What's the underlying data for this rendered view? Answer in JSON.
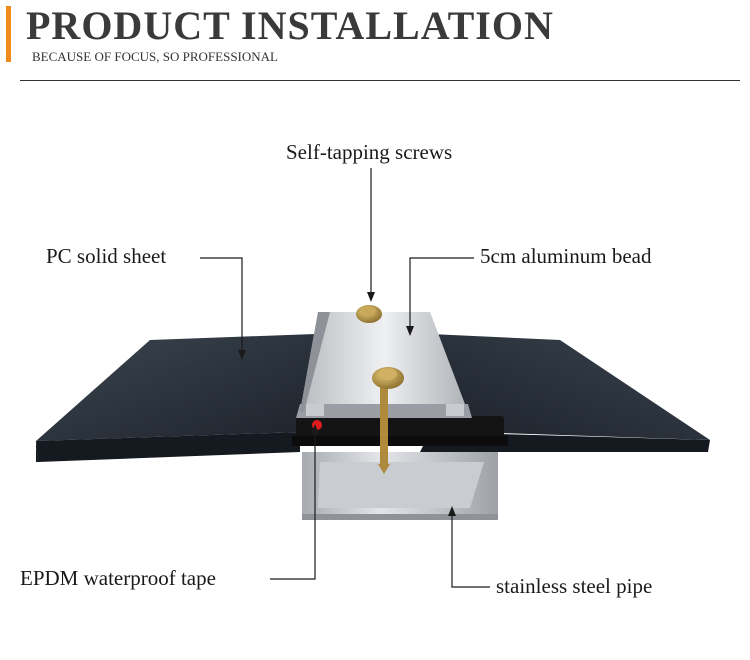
{
  "header": {
    "title": "PRODUCT INSTALLATION",
    "subtitle": "BECAUSE OF FOCUS,  SO PROFESSIONAL",
    "accent_color": "#f08a1c"
  },
  "labels": {
    "screws": "Self-tapping screws",
    "pc_sheet": "PC solid sheet",
    "bead": "5cm aluminum bead",
    "epdm": "EPDM waterproof tape",
    "pipe": "stainless steel pipe"
  }
}
